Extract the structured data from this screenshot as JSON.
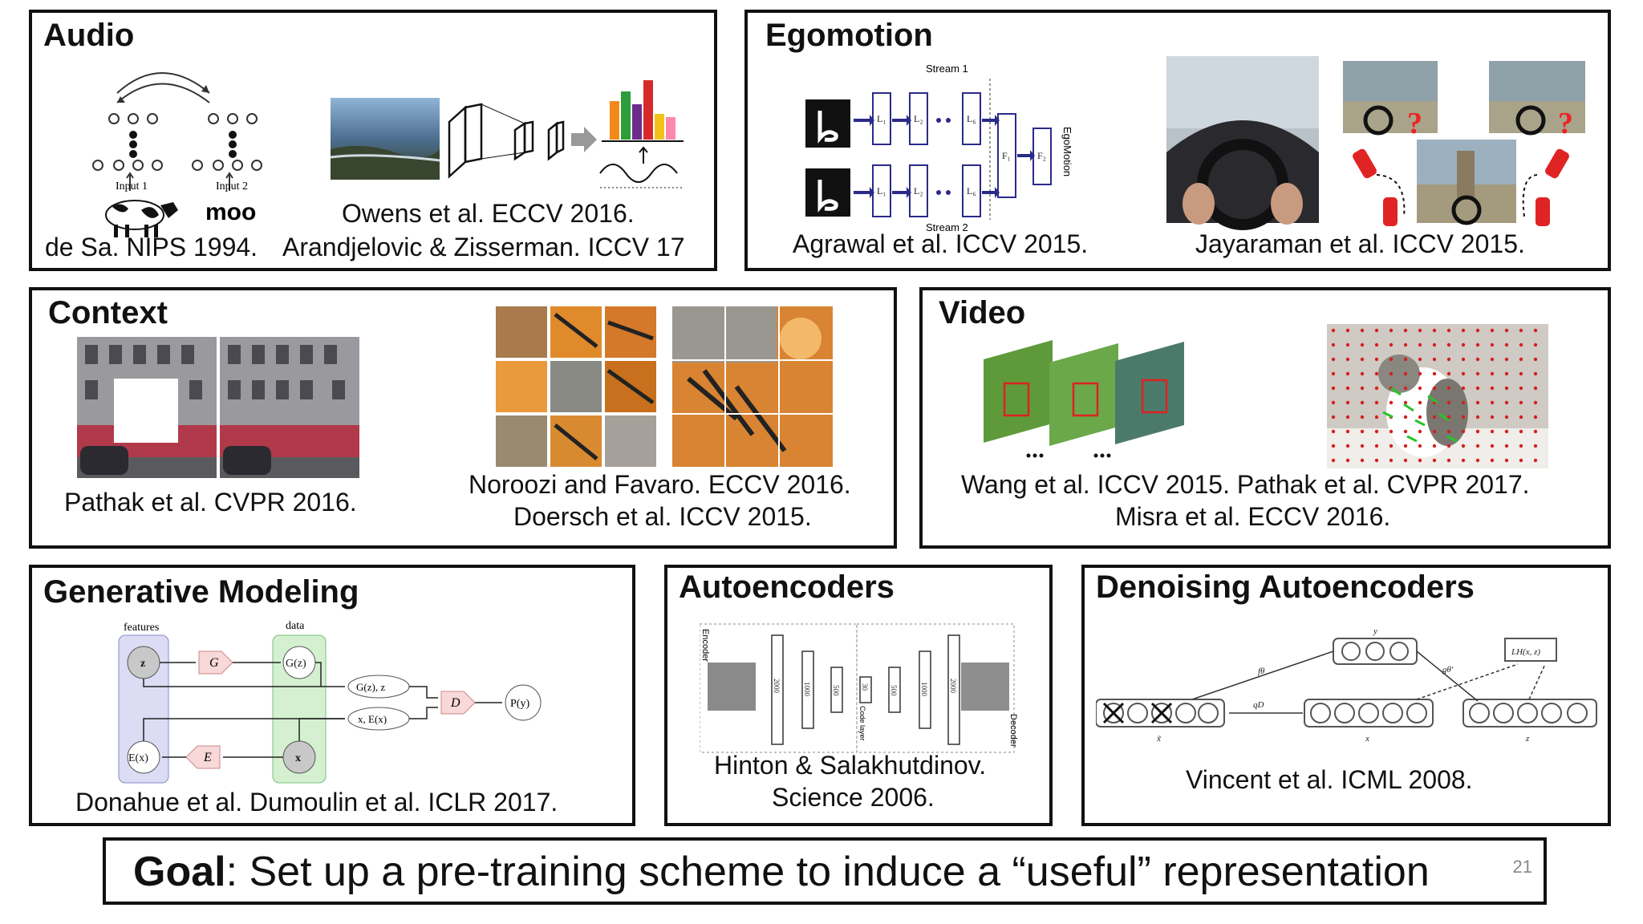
{
  "panels": {
    "audio": {
      "title": "Audio",
      "input1": "Input 1",
      "input2": "Input 2",
      "moo": "moo",
      "cite1": "de Sa. NIPS 1994.",
      "cite2a": "Owens et al. ECCV 2016.",
      "cite2b": "Arandjelovic & Zisserman. ICCV 17"
    },
    "egomotion": {
      "title": "Egomotion",
      "stream1": "Stream 1",
      "stream2": "Stream 2",
      "label": "EgoMotion",
      "cite1": "Agrawal et al. ICCV 2015.",
      "cite2": "Jayaraman et al. ICCV 2015."
    },
    "context": {
      "title": "Context",
      "cite1": "Pathak et al. CVPR 2016.",
      "cite2a": "Noroozi and Favaro. ECCV 2016.",
      "cite2b": "Doersch et al. ICCV 2015."
    },
    "video": {
      "title": "Video",
      "cite1": "Wang et al. ICCV 2015. Pathak et al. CVPR 2017.",
      "cite2": "Misra et al. ECCV 2016."
    },
    "generative": {
      "title": "Generative Modeling",
      "features": "features",
      "data": "data",
      "cite": "Donahue et al. Dumoulin et al. ICLR 2017."
    },
    "autoencoders": {
      "title": "Autoencoders",
      "encoder": "Encoder",
      "decoder": "Decoder",
      "code": "Code layer",
      "cite1": "Hinton & Salakhutdinov.",
      "cite2": "Science 2006."
    },
    "denoising": {
      "title": "Denoising Autoencoders",
      "cite": "Vincent et al. ICML 2008."
    }
  },
  "goal": {
    "bold": "Goal",
    "text": ": Set up a pre-training scheme to induce a “useful” representation"
  },
  "page_number": "21"
}
